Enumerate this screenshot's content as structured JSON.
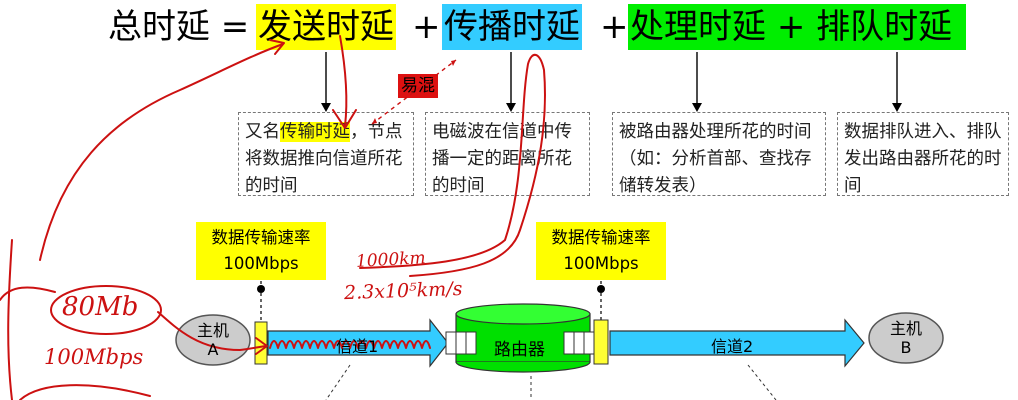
{
  "equation": {
    "total": "总时延 =",
    "send": "发送时延",
    "plus1": "+",
    "prop": "传播时延",
    "plus2": "+",
    "proc": "处理时延",
    "plus3": "+",
    "queue": "排队时延"
  },
  "colors": {
    "send": "#ffff00",
    "prop": "#33ccff",
    "proc_queue": "#00ee00",
    "confusing_tag": "#dd1111",
    "handwriting": "#cc1111"
  },
  "confusing_tag": "易混",
  "descriptions": {
    "send_pre": "又名",
    "send_hl": "传输时延",
    "send_post": "，节点将数据推向信道所花的时间",
    "prop": "电磁波在信道中传播一定的距离所花的时间",
    "proc": "被路由器处理所花的时间（如：分析首部、查找存储转发表）",
    "queue": "数据排队进入、排队发出路由器所花的时间"
  },
  "rate_left": {
    "line1": "数据传输速率",
    "line2": "100Mbps"
  },
  "rate_right": {
    "line1": "数据传输速率",
    "line2": "100Mbps"
  },
  "host_a": {
    "line1": "主机",
    "line2": "A"
  },
  "host_b": {
    "line1": "主机",
    "line2": "B"
  },
  "router": "路由器",
  "channel1": "信道1",
  "channel2": "信道2",
  "handwriting": {
    "distance": "1000km",
    "speed": "2.3x10⁵km/s",
    "size": "80Mb",
    "rate": "100Mbps"
  }
}
